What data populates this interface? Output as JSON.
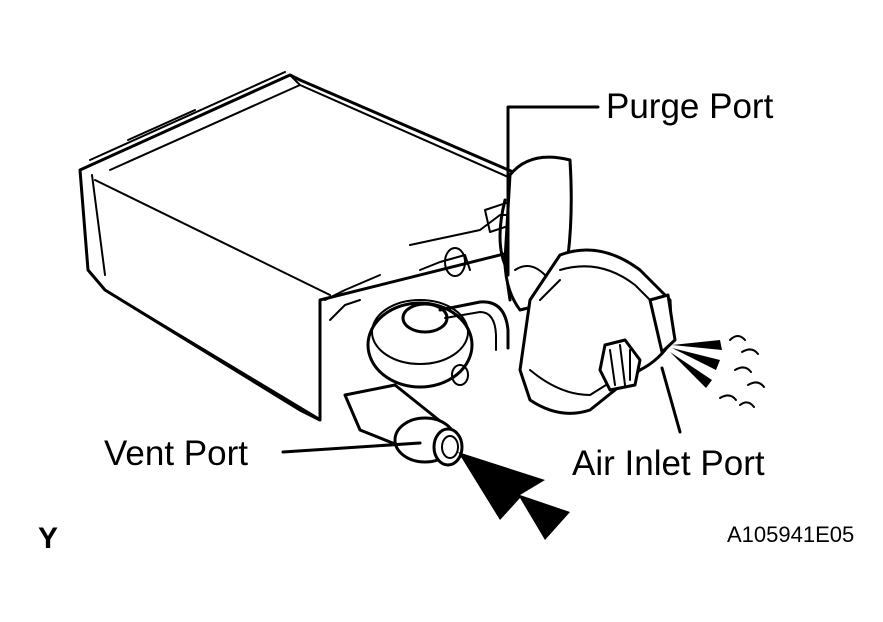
{
  "labels": {
    "purge_port": "Purge Port",
    "vent_port": "Vent Port",
    "air_inlet_port": "Air Inlet Port",
    "view_letter": "Y",
    "figure_code": "A105941E05"
  },
  "colors": {
    "line": "#000000",
    "background": "#ffffff"
  }
}
